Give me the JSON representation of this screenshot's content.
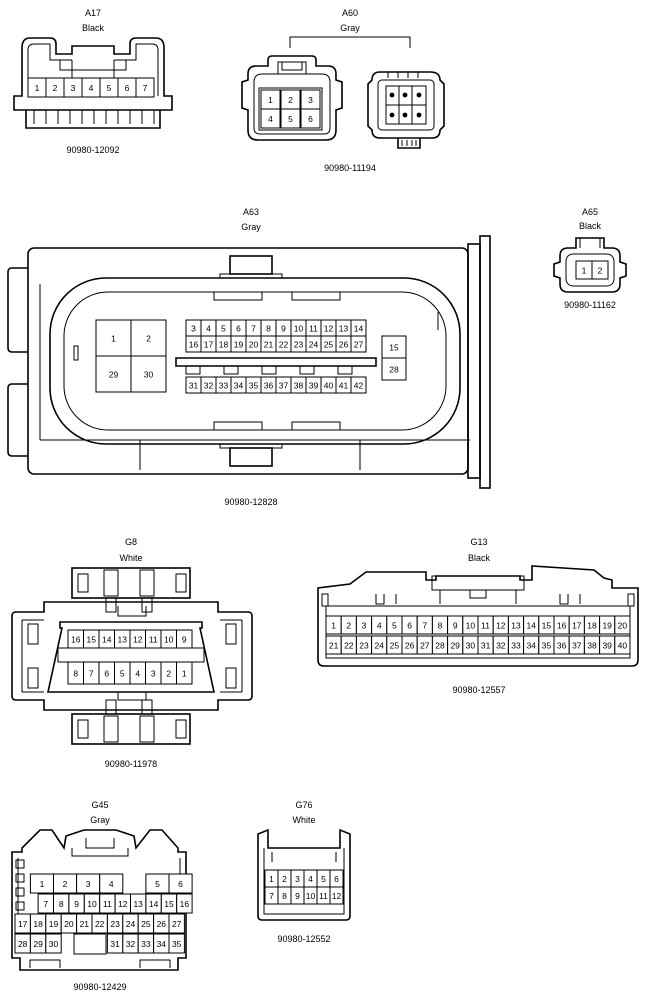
{
  "connectors": {
    "a17": {
      "code": "A17",
      "color": "Black",
      "part": "90980-12092",
      "pins": [
        "1",
        "2",
        "3",
        "4",
        "5",
        "6",
        "7"
      ]
    },
    "a60": {
      "code": "A60",
      "color": "Gray",
      "part": "90980-11194",
      "pins": [
        "1",
        "2",
        "3",
        "4",
        "5",
        "6"
      ]
    },
    "a63": {
      "code": "A63",
      "color": "Gray",
      "part": "90980-12828",
      "big_pins": [
        "1",
        "2",
        "29",
        "30"
      ],
      "row_top": [
        "3",
        "4",
        "5",
        "6",
        "7",
        "8",
        "9",
        "10",
        "11",
        "12",
        "13",
        "14"
      ],
      "row_mid": [
        "16",
        "17",
        "18",
        "19",
        "20",
        "21",
        "22",
        "23",
        "24",
        "25",
        "26",
        "27"
      ],
      "side_pins": [
        "15",
        "28"
      ],
      "row_bot": [
        "31",
        "32",
        "33",
        "34",
        "35",
        "36",
        "37",
        "38",
        "39",
        "40",
        "41",
        "42"
      ]
    },
    "a65": {
      "code": "A65",
      "color": "Black",
      "part": "90980-11162",
      "pins": [
        "1",
        "2"
      ]
    },
    "g8": {
      "code": "G8",
      "color": "White",
      "part": "90980-11978",
      "row_top": [
        "16",
        "15",
        "14",
        "13",
        "12",
        "11",
        "10",
        "9"
      ],
      "row_bot": [
        "8",
        "7",
        "6",
        "5",
        "4",
        "3",
        "2",
        "1"
      ]
    },
    "g13": {
      "code": "G13",
      "color": "Black",
      "part": "90980-12557",
      "row_top": [
        "1",
        "2",
        "3",
        "4",
        "5",
        "6",
        "7",
        "8",
        "9",
        "10",
        "11",
        "12",
        "13",
        "14",
        "15",
        "16",
        "17",
        "18",
        "19",
        "20"
      ],
      "row_bot": [
        "21",
        "22",
        "23",
        "24",
        "25",
        "26",
        "27",
        "28",
        "29",
        "30",
        "31",
        "32",
        "33",
        "34",
        "35",
        "36",
        "37",
        "38",
        "39",
        "40"
      ]
    },
    "g45": {
      "code": "G45",
      "color": "Gray",
      "part": "90980-12429",
      "row1": [
        "1",
        "2",
        "3",
        "4",
        "5",
        "6"
      ],
      "row2": [
        "7",
        "8",
        "9",
        "10",
        "11",
        "12",
        "13",
        "14",
        "15",
        "16"
      ],
      "row3": [
        "17",
        "18",
        "19",
        "20",
        "21",
        "22",
        "23",
        "24",
        "25",
        "26",
        "27"
      ],
      "row4": [
        "28",
        "29",
        "30",
        "31",
        "32",
        "33",
        "34",
        "35"
      ]
    },
    "g76": {
      "code": "G76",
      "color": "White",
      "part": "90980-12552",
      "row_top": [
        "1",
        "2",
        "3",
        "4",
        "5",
        "6"
      ],
      "row_bot": [
        "7",
        "8",
        "9",
        "10",
        "11",
        "12"
      ]
    }
  }
}
